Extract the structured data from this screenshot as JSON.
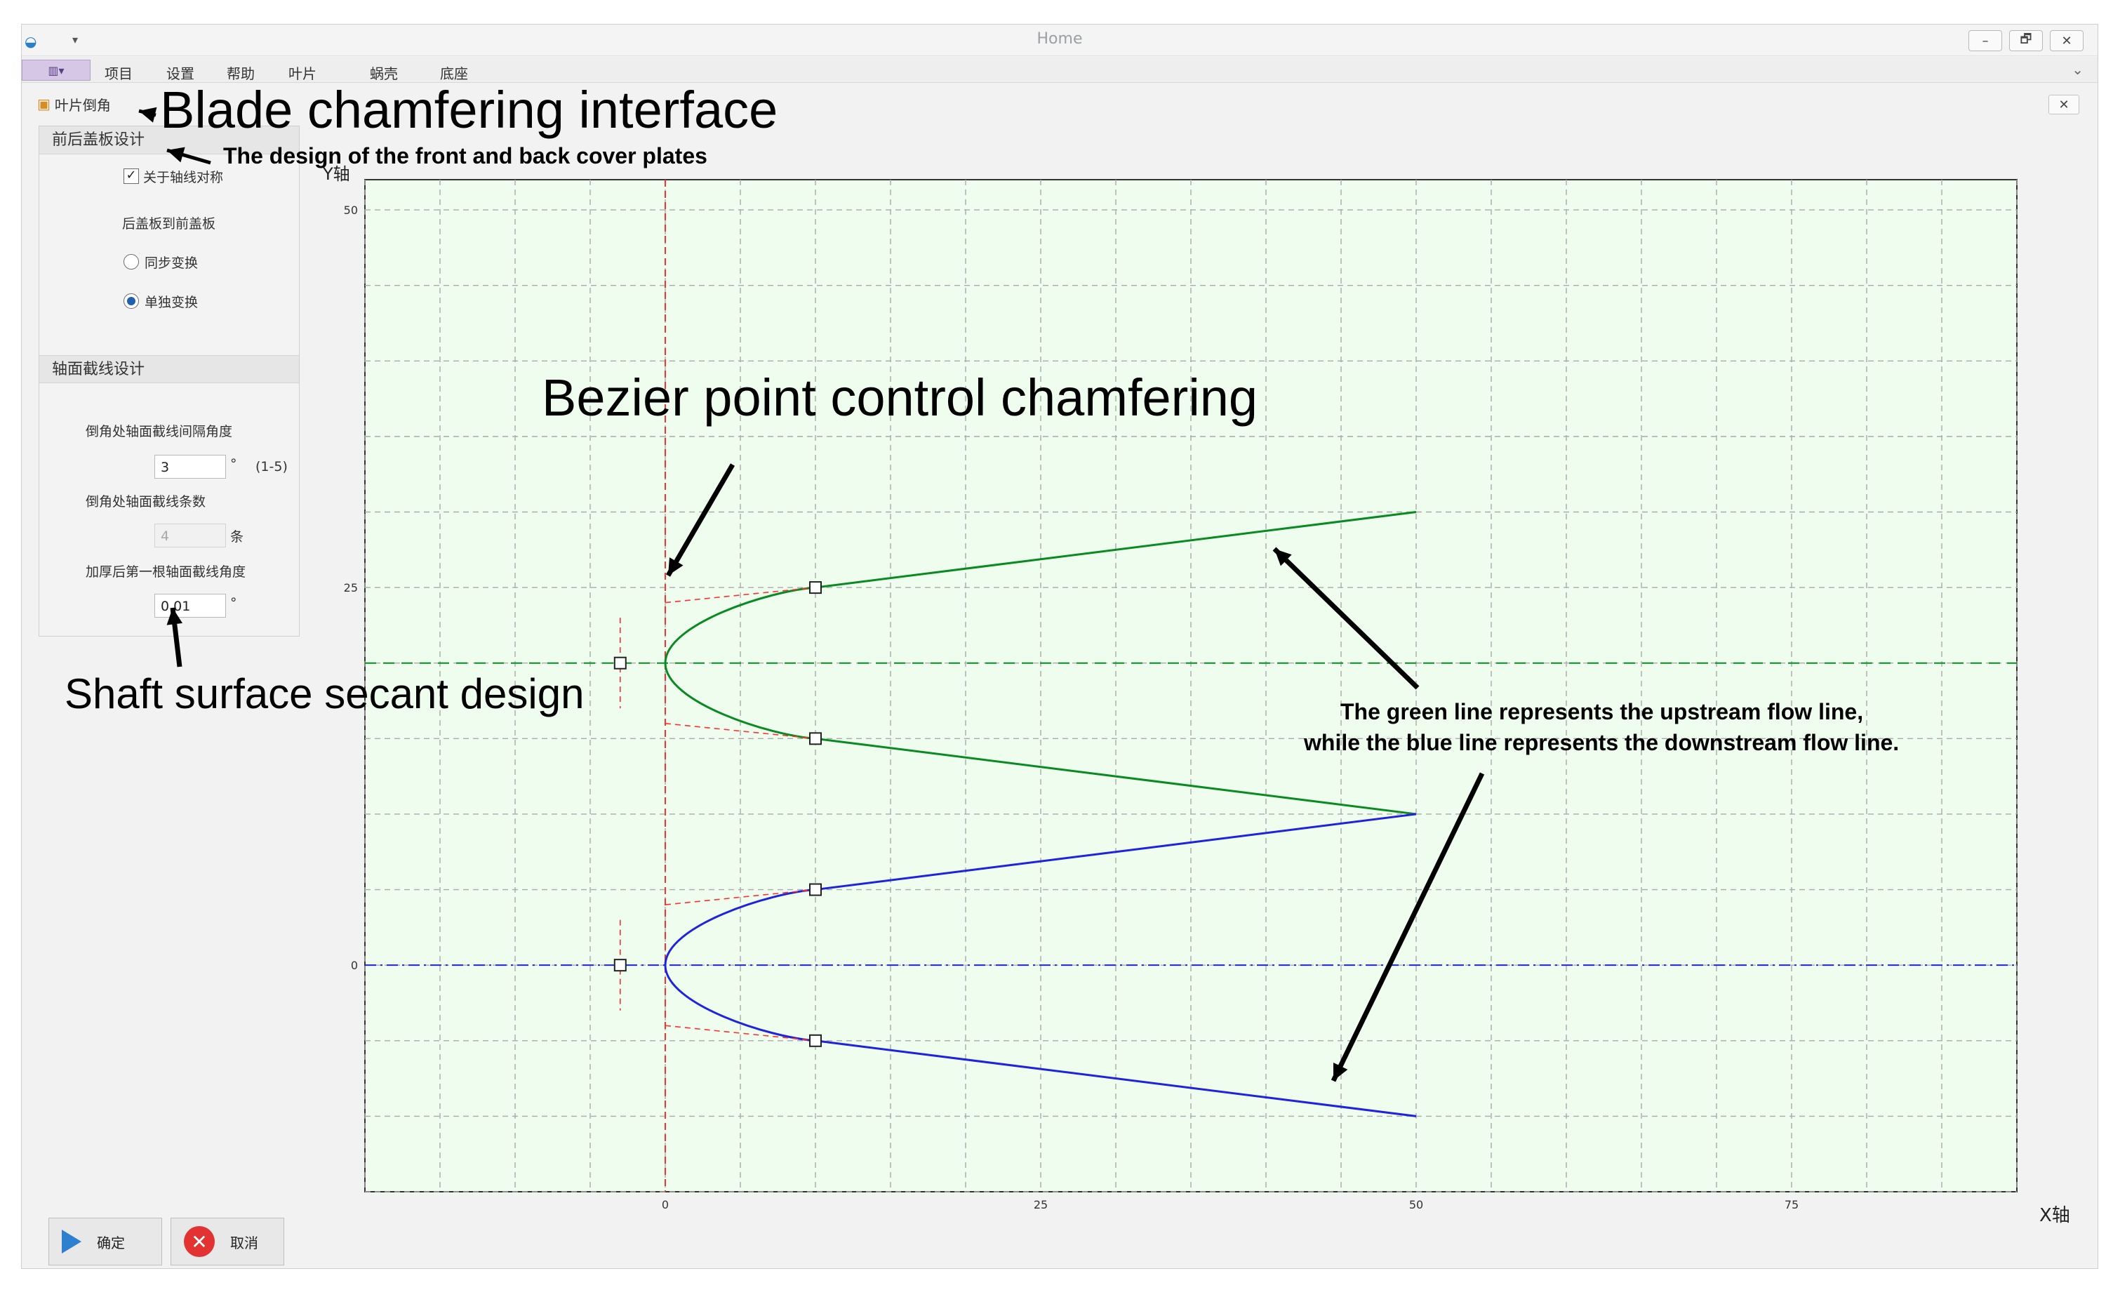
{
  "window": {
    "title": "Home",
    "controls": [
      "–",
      "🗗",
      "✕"
    ]
  },
  "menu": {
    "items": [
      "项目",
      "设置",
      "帮助",
      "叶片",
      "蜗壳",
      "底座"
    ]
  },
  "doc_tab": {
    "label": "叶片倒角"
  },
  "left_panel": {
    "section1": {
      "header": "前后盖板设计",
      "symmetric_checkbox": "关于轴线对称",
      "symmetric_checked": true,
      "group_label": "后盖板到前盖板",
      "radio_sync": "同步变换",
      "radio_single": "单独变换",
      "selected": "单独变换"
    },
    "section2": {
      "header": "轴面截线设计",
      "angle_label": "倒角处轴面截线间隔角度",
      "angle_value": "3",
      "angle_unit": "°",
      "angle_range": "(1-5)",
      "count_label": "倒角处轴面截线条数",
      "count_value": "4",
      "count_unit": "条",
      "thick_label": "加厚后第一根轴面截线角度",
      "thick_value": "0.01",
      "thick_unit": "°"
    }
  },
  "buttons": {
    "ok": "确定",
    "cancel": "取消"
  },
  "annotations": {
    "blade_chamfer": "Blade chamfering interface",
    "cover_plates": "The design of the front and back cover plates",
    "bezier": "Bezier point control chamfering",
    "shaft_surface": "Shaft surface secant design",
    "lines_line1": "The green line represents the upstream flow line,",
    "lines_line2": "while the blue line represents the downstream flow line."
  },
  "colors": {
    "plot_bg": "#effdef",
    "upstream": "#0a8a22",
    "downstream": "#1f22e0",
    "axis_ref": "#ff3030"
  },
  "chart_data": {
    "type": "line",
    "xlabel": "X轴",
    "ylabel": "Y轴",
    "xlim": [
      -20,
      90
    ],
    "ylim": [
      -15,
      52
    ],
    "xticks": [
      0,
      25,
      50,
      75
    ],
    "yticks": [
      0,
      25,
      50
    ],
    "grid": true,
    "series": [
      {
        "line": "upstream",
        "points": [
          [
            50,
            30
          ],
          [
            10,
            25
          ],
          [
            0,
            20
          ],
          [
            10,
            15
          ],
          [
            50,
            10
          ]
        ],
        "control_points": [
          [
            10,
            25
          ],
          [
            -3,
            20
          ],
          [
            10,
            15
          ]
        ]
      },
      {
        "line": "downstream",
        "points": [
          [
            50,
            10
          ],
          [
            10,
            5
          ],
          [
            0,
            0
          ],
          [
            10,
            -5
          ],
          [
            50,
            -10
          ]
        ],
        "control_points": [
          [
            10,
            5
          ],
          [
            -3,
            0
          ],
          [
            10,
            -5
          ]
        ]
      }
    ],
    "reference_lines": {
      "vertical_x": 0,
      "horizontal_y": [
        20,
        0
      ]
    }
  }
}
